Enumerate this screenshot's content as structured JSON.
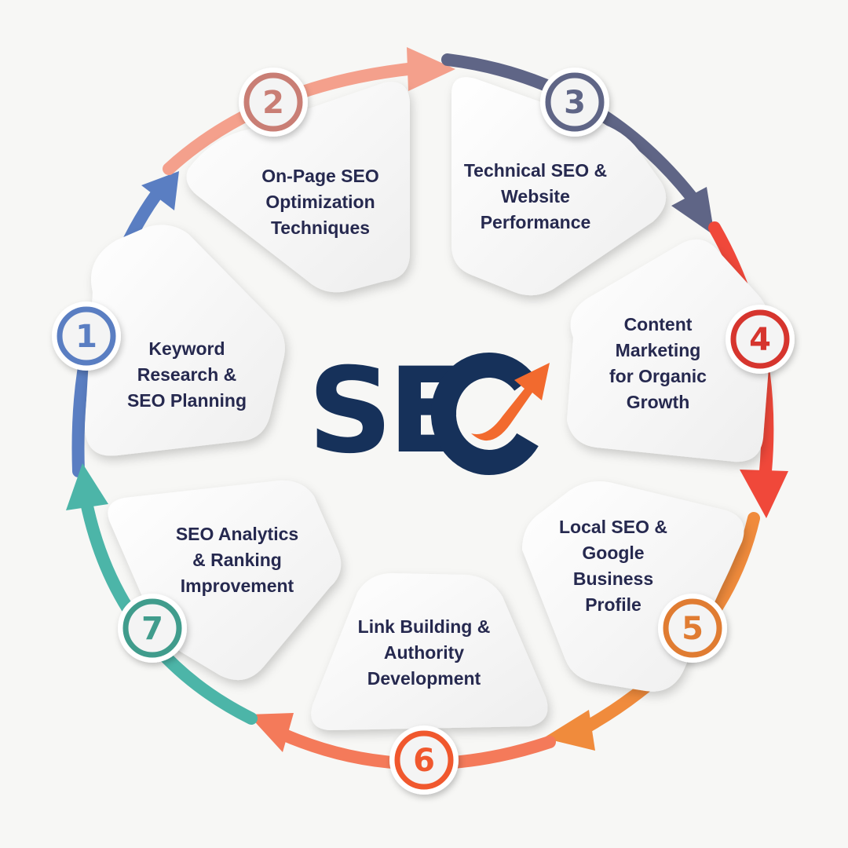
{
  "logo": {
    "text": "SE",
    "navy": "#16315a",
    "accent": "#f26a2e"
  },
  "steps": [
    {
      "number": "1",
      "lines": [
        "Keyword",
        "Research &",
        "SEO Planning"
      ],
      "color": "#5a7ec2"
    },
    {
      "number": "2",
      "lines": [
        "On-Page SEO",
        "Optimization",
        "Techniques"
      ],
      "color": "#c97e74"
    },
    {
      "number": "3",
      "lines": [
        "Technical SEO &",
        "Website",
        "Performance"
      ],
      "color": "#5f6586"
    },
    {
      "number": "4",
      "lines": [
        "Content",
        "Marketing",
        "for Organic",
        "Growth"
      ],
      "color": "#d6352f"
    },
    {
      "number": "5",
      "lines": [
        "Local SEO &",
        "Google",
        "Business",
        "Profile"
      ],
      "color": "#e07b32"
    },
    {
      "number": "6",
      "lines": [
        "Link Building &",
        "Authority",
        "Development"
      ],
      "color": "#f0592d"
    },
    {
      "number": "7",
      "lines": [
        "SEO Analytics",
        "& Ranking",
        "Improvement"
      ],
      "color": "#3f9c8c"
    }
  ],
  "ring_colors": {
    "steel_blue": "#5a7ec2",
    "salmon": "#f4a08c",
    "slate": "#5f6586",
    "red": "#f0483a",
    "orange": "#f08b3c",
    "coral": "#f47a5a",
    "teal": "#4cb5a8"
  }
}
